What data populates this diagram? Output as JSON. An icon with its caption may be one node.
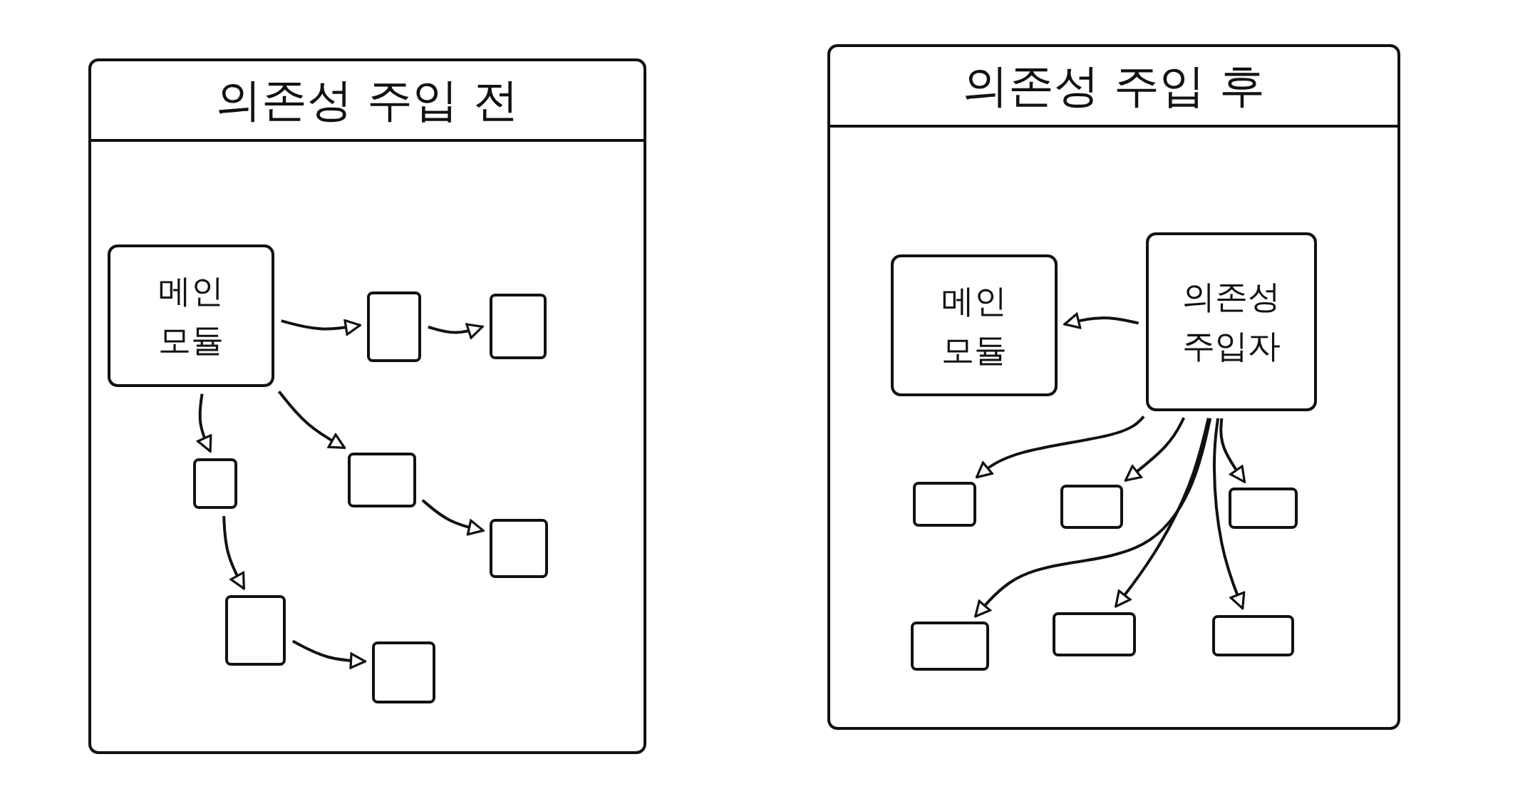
{
  "diagram": {
    "nodes": [
      {
        "text": [
          "의존성 주입 전"
        ]
      },
      {
        "text": [
          "메인 모듈"
        ],
        "in": 0
      },
      {
        "text": [],
        "shape": "box",
        "in": 0
      },
      {
        "text": [],
        "shape": "box",
        "in": 0
      },
      {
        "text": [],
        "shape": "box",
        "in": 0
      },
      {
        "text": [],
        "shape": "box",
        "in": 0
      },
      {
        "text": [],
        "shape": "box",
        "in": 0
      },
      {
        "text": [],
        "shape": "box",
        "in": 0
      },
      {
        "text": [],
        "shape": "box",
        "in": 0
      },
      {
        "text": [
          "의존성 주입 후"
        ]
      },
      {
        "text": [
          "메인 모듈"
        ],
        "in": 9
      },
      {
        "text": [
          "의존성 주입자"
        ],
        "in": 9
      },
      {
        "text": [],
        "shape": "box",
        "in": 9
      },
      {
        "text": [],
        "shape": "box",
        "in": 9
      },
      {
        "text": [],
        "shape": "box",
        "in": 9
      },
      {
        "text": [],
        "shape": "box",
        "in": 9
      },
      {
        "text": [],
        "shape": "box",
        "in": 9
      },
      {
        "text": [],
        "shape": "box",
        "in": 9
      }
    ],
    "edges": [
      {
        "from": 1,
        "to": 2,
        "arrow": "to"
      },
      {
        "from": 2,
        "to": 3,
        "arrow": "to"
      },
      {
        "from": 1,
        "to": 4,
        "arrow": "to"
      },
      {
        "from": 1,
        "to": 5,
        "arrow": "to"
      },
      {
        "from": 5,
        "to": 6,
        "arrow": "to"
      },
      {
        "from": 4,
        "to": 7,
        "arrow": "to"
      },
      {
        "from": 7,
        "to": 8,
        "arrow": "to"
      },
      {
        "from": 11,
        "to": 10,
        "arrow": "to"
      },
      {
        "from": 11,
        "to": 12,
        "arrow": "to"
      },
      {
        "from": 11,
        "to": 13,
        "arrow": "to"
      },
      {
        "from": 11,
        "to": 14,
        "arrow": "to"
      },
      {
        "from": 11,
        "to": 15,
        "arrow": "to"
      },
      {
        "from": 11,
        "to": 16,
        "arrow": "to"
      },
      {
        "from": 11,
        "to": 17,
        "arrow": "to"
      }
    ]
  }
}
